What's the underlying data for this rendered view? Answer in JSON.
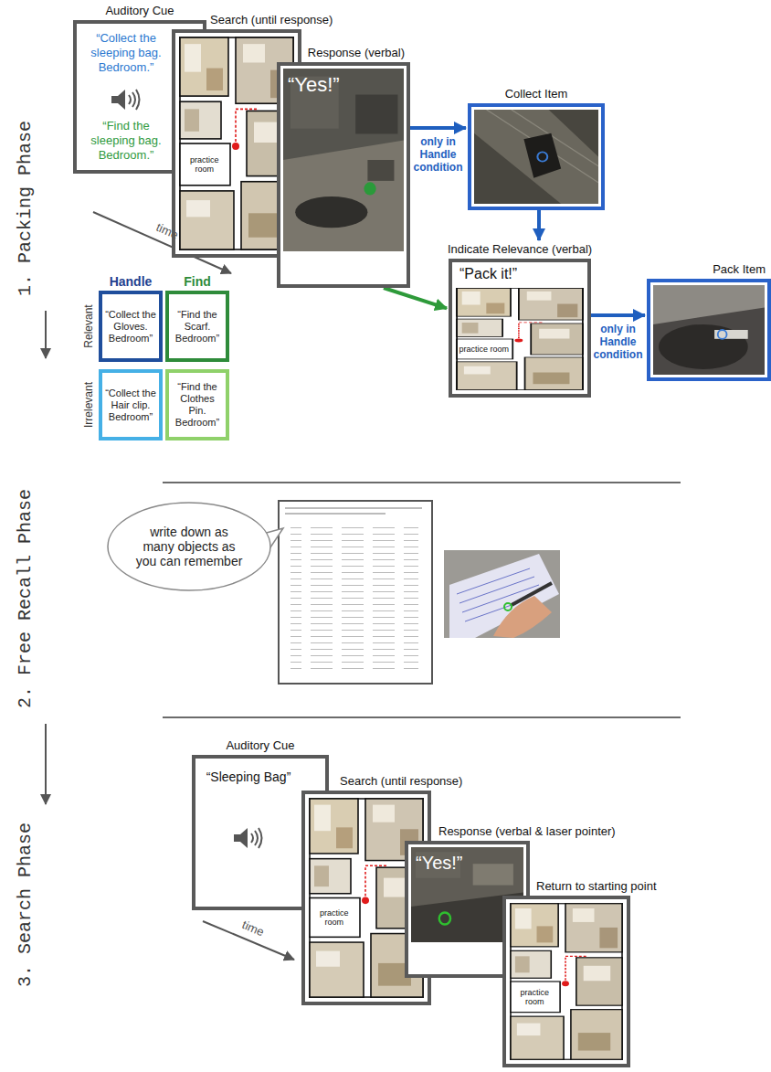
{
  "diagram": {
    "nodes": [
      {
        "text": [
          "Auditory Cue",
          "“Collect the sleeping bag. Bedroom.”",
          "“Find the sleeping bag. Bedroom.”"
        ]
      },
      {
        "text": [
          "Search (until response)",
          "practice room"
        ]
      },
      {
        "text": [
          "Response (verbal)",
          "“Yes!”"
        ]
      },
      {
        "text": [
          "Collect Item"
        ]
      },
      {
        "text": [
          "Indicate Relevance (verbal)",
          "“Pack it!”",
          "practice room"
        ]
      },
      {
        "text": [
          "Pack Item"
        ]
      },
      {
        "text": [
          "“Collect the Gloves. Bedroom”"
        ]
      },
      {
        "text": [
          "“Find the Scarf. Bedroom”"
        ]
      },
      {
        "text": [
          "“Collect the Hair clip. Bedroom”"
        ]
      },
      {
        "text": [
          "“Find the Clothes Pin. Bedroom”"
        ]
      },
      {
        "text": [
          "write down as many objects as you can remember"
        ]
      },
      {
        "text": [
          "Auditory Cue",
          "“Sleeping Bag”"
        ]
      },
      {
        "text": [
          "Search (until response)",
          "practice room"
        ]
      },
      {
        "text": [
          "Response (verbal & laser pointer)",
          "“Yes!”"
        ]
      },
      {
        "text": [
          "Return to starting point",
          "practice room"
        ]
      }
    ],
    "edges": [
      {
        "from": 2,
        "to": 3,
        "arrow": "to",
        "label": "only in Handle condition"
      },
      {
        "from": 3,
        "to": 4,
        "arrow": "to"
      },
      {
        "from": 2,
        "to": 4,
        "arrow": "to"
      },
      {
        "from": 4,
        "to": 5,
        "arrow": "to",
        "label": "only in Handle condition"
      }
    ],
    "labels": [
      "1. Packing Phase",
      "time",
      "Handle",
      "Find",
      "Relevant",
      "Irrelevant",
      "2. Free Recall Phase",
      "3. Search Phase",
      "time"
    ]
  }
}
